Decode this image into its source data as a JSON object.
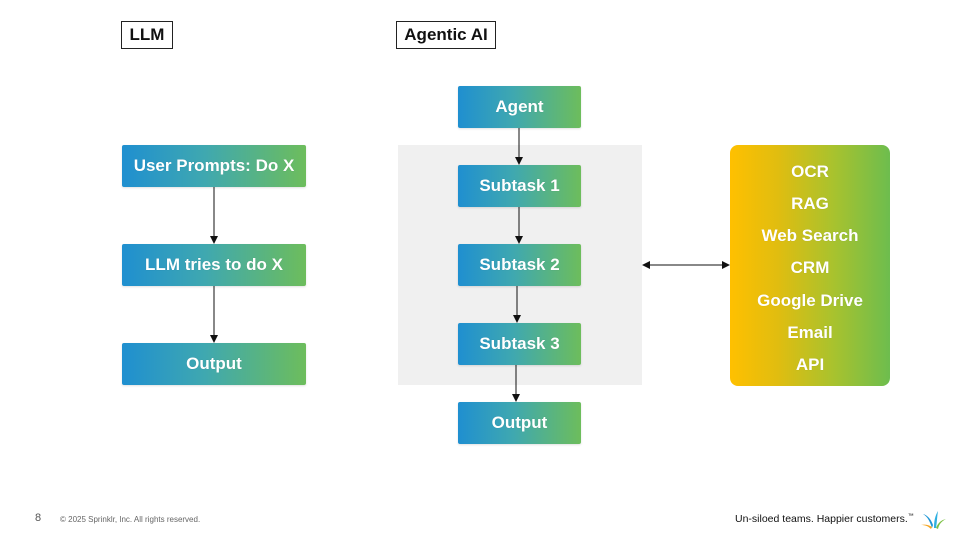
{
  "llm": {
    "title": "LLM",
    "nodes": [
      "User Prompts: Do X",
      "LLM tries to do X",
      "Output"
    ]
  },
  "agentic": {
    "title": "Agentic AI",
    "agent": "Agent",
    "subtasks": [
      "Subtask 1",
      "Subtask 2",
      "Subtask 3"
    ],
    "output": "Output"
  },
  "tools": [
    "OCR",
    "RAG",
    "Web Search",
    "CRM",
    "Google Drive",
    "Email",
    "API"
  ],
  "footer": {
    "page_number": "8",
    "copyright": "© 2025 Sprinklr, Inc. All rights reserved.",
    "tagline": "Un-siloed teams. Happier customers.",
    "tagline_mark": "™"
  },
  "colors": {
    "node_gradient_start": "#1f8fd0",
    "node_gradient_end": "#6dbd5c",
    "tools_gradient_start": "#ffc000",
    "tools_gradient_end": "#6dbd4e",
    "group_background": "#f0f0f0"
  },
  "icons": [
    "sprinklr-logo-icon"
  ]
}
